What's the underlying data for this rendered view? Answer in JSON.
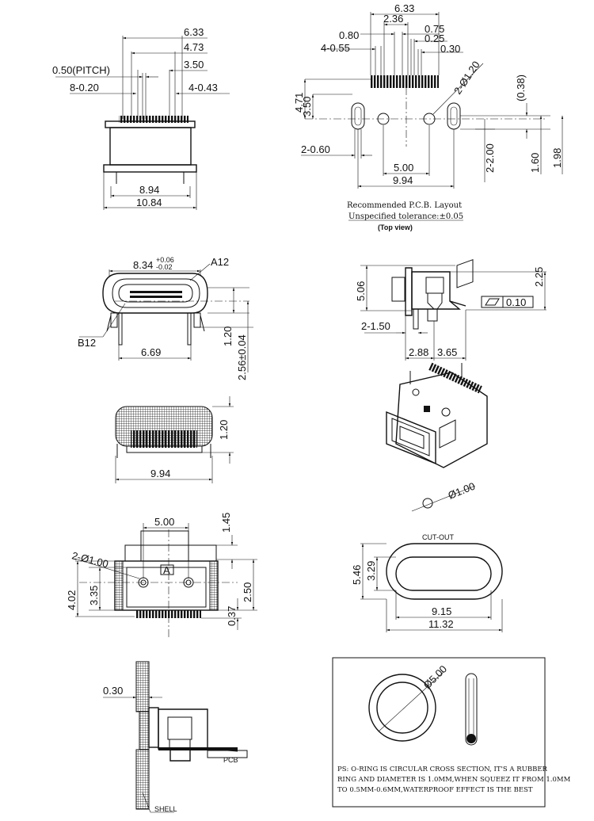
{
  "views": {
    "front_top": {
      "dims": [
        "6.33",
        "4.73",
        "3.50",
        "0.50(PITCH)",
        "8-0.20",
        "4-0.43",
        "8.94",
        "10.84"
      ]
    },
    "pcb_layout": {
      "dims": [
        "6.33",
        "2.36",
        "0.80",
        "0.75",
        "0.25",
        "4-0.55",
        "0.30",
        "4.71",
        "3.50",
        "2-Ø1.20",
        "(0.38)",
        "2-0.60",
        "5.00",
        "9.94",
        "2-2.00",
        "1.60",
        "1.98"
      ],
      "caption_line1": "Recommended P.C.B. Layout",
      "caption_line2": "Unspecified tolerance:±0.05",
      "caption_line3": "(Top view)"
    },
    "front_view": {
      "dim_main": "8.34",
      "tol_plus": "+0.06",
      "tol_minus": "-0.02",
      "label_a12": "A12",
      "label_b12": "B12",
      "dims": [
        "1.20",
        "2.56±0.04",
        "6.69"
      ]
    },
    "side_view": {
      "dims": [
        "5.06",
        "2.25",
        "2-1.50",
        "2.88",
        "3.65"
      ],
      "flatness_value": "0.10"
    },
    "rear_view": {
      "dims": [
        "1.20",
        "9.94"
      ]
    },
    "iso_view": {
      "dim": "Ø1.00"
    },
    "bottom_view": {
      "dims": [
        "5.00",
        "1.45",
        "2-Ø1.00",
        "4.02",
        "3.35",
        "0.37",
        "2.50"
      ],
      "marker": "A"
    },
    "cutout": {
      "label": "CUT-OUT",
      "dims": [
        "5.46",
        "3.29",
        "9.15",
        "11.32"
      ]
    },
    "section_view": {
      "dim": "0.30",
      "label_pcb": "PCB",
      "label_shell": "SHELL"
    },
    "oring": {
      "dim": "Ø5.00",
      "note_line1": "PS: O-RING IS CIRCULAR CROSS SECTION, IT'S A RUBBER",
      "note_line2": "RING AND DIAMETER IS 1.0MM,WHEN SQUEEZ IT FROM 1.0MM",
      "note_line3": "TO 0.5MM-0.6MM,WATERPROOF EFFECT IS THE BEST"
    }
  }
}
